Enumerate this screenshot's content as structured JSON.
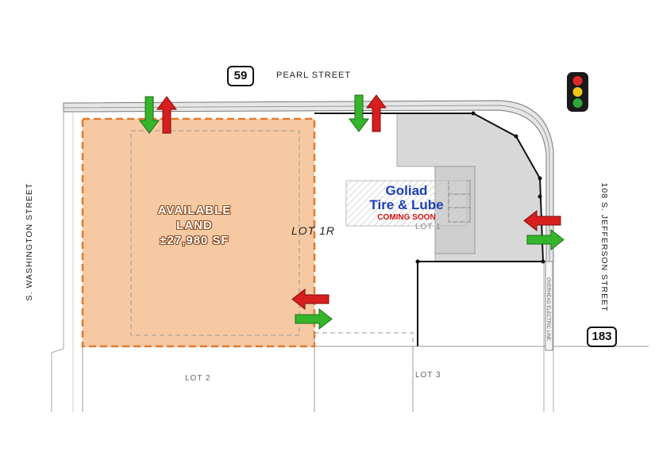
{
  "streets": {
    "north": "PEARL STREET",
    "west": "S. WASHINGTON STREET",
    "east": "108 S. JEFFERSON STREET"
  },
  "highway_shields": {
    "north": "59",
    "east": "183"
  },
  "available_land": {
    "line1": "AVAILABLE",
    "line2": "LAND",
    "line3": "±27,980 SF",
    "fill_color": "#f6c9a3",
    "border_color": "#e07a2e"
  },
  "tenant": {
    "name_line1": "Goliad",
    "name_line2": "Tire & Lube",
    "badge": "COMING SOON",
    "name_color": "#1b3fb5",
    "badge_color": "#d11414"
  },
  "lots": {
    "lot_1r": "LOT 1R",
    "lot_1": "LOT 1",
    "lot_2": "LOT 2",
    "lot_3": "LOT 3"
  },
  "utility_label": "OVERHEAD ELECTRIC LINE",
  "icons": [
    "traffic-light-icon",
    "ingress-arrow-icon",
    "egress-arrow-icon"
  ],
  "arrow_colors": {
    "in": "#35b52c",
    "out": "#d81e1e"
  }
}
